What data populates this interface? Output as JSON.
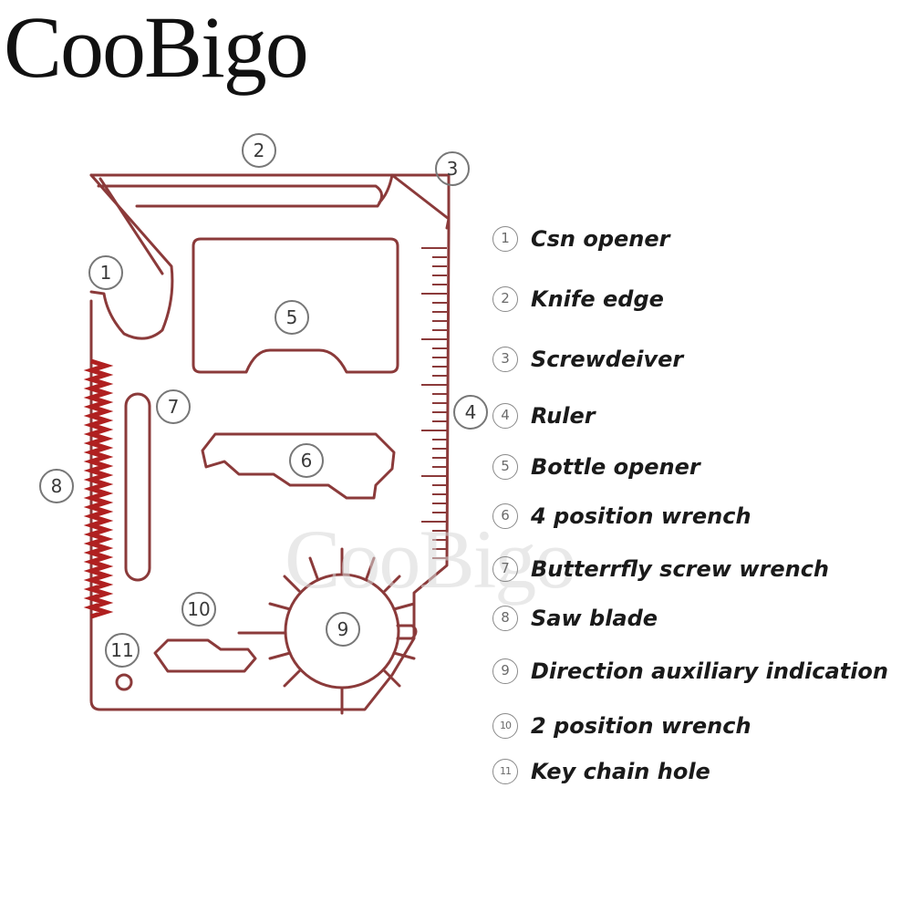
{
  "brand": "CooBigo",
  "watermark": "CooBigo",
  "callouts": [
    "1",
    "2",
    "3",
    "4",
    "5",
    "6",
    "7",
    "8",
    "9",
    "10",
    "11"
  ],
  "legend": [
    {
      "num": "1",
      "label": "Csn opener"
    },
    {
      "num": "2",
      "label": "Knife edge"
    },
    {
      "num": "3",
      "label": "Screwdeiver"
    },
    {
      "num": "4",
      "label": "Ruler"
    },
    {
      "num": "5",
      "label": "Bottle opener"
    },
    {
      "num": "6",
      "label": "4 position wrench"
    },
    {
      "num": "7",
      "label": "Butterrfly screw  wrench"
    },
    {
      "num": "8",
      "label": "Saw blade"
    },
    {
      "num": "9",
      "label": "Direction auxiliary indication"
    },
    {
      "num": "10",
      "label": "2 position wrench"
    },
    {
      "num": "11",
      "label": "Key chain hole"
    }
  ],
  "colors": {
    "outline": "#8b3a3a",
    "saw": "#b02020",
    "callout": "#777777"
  }
}
